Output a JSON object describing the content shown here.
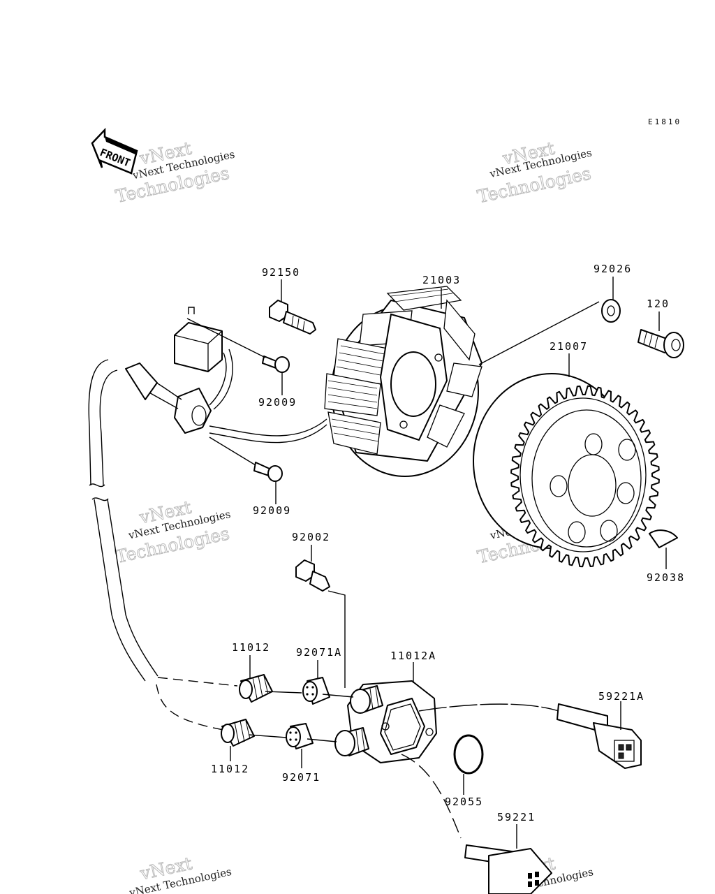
{
  "diagram_code": "E1810",
  "front_label": "FRONT",
  "watermark": {
    "line1": "vNext Technologies",
    "line2": "vNext",
    "line3": "Technologies"
  },
  "parts": [
    {
      "id": "p92150",
      "number": "92150"
    },
    {
      "id": "p21003",
      "number": "21003"
    },
    {
      "id": "p92026",
      "number": "92026"
    },
    {
      "id": "p120",
      "number": "120"
    },
    {
      "id": "p21007",
      "number": "21007"
    },
    {
      "id": "p92009a",
      "number": "92009"
    },
    {
      "id": "p92009b",
      "number": "92009"
    },
    {
      "id": "p92002",
      "number": "92002"
    },
    {
      "id": "p92038",
      "number": "92038"
    },
    {
      "id": "p11012a",
      "number": "11012"
    },
    {
      "id": "p92071A",
      "number": "92071A"
    },
    {
      "id": "p11012A",
      "number": "11012A"
    },
    {
      "id": "p59221A",
      "number": "59221A"
    },
    {
      "id": "p11012b",
      "number": "11012"
    },
    {
      "id": "p92071",
      "number": "92071"
    },
    {
      "id": "p92055",
      "number": "92055"
    },
    {
      "id": "p59221",
      "number": "59221"
    }
  ]
}
